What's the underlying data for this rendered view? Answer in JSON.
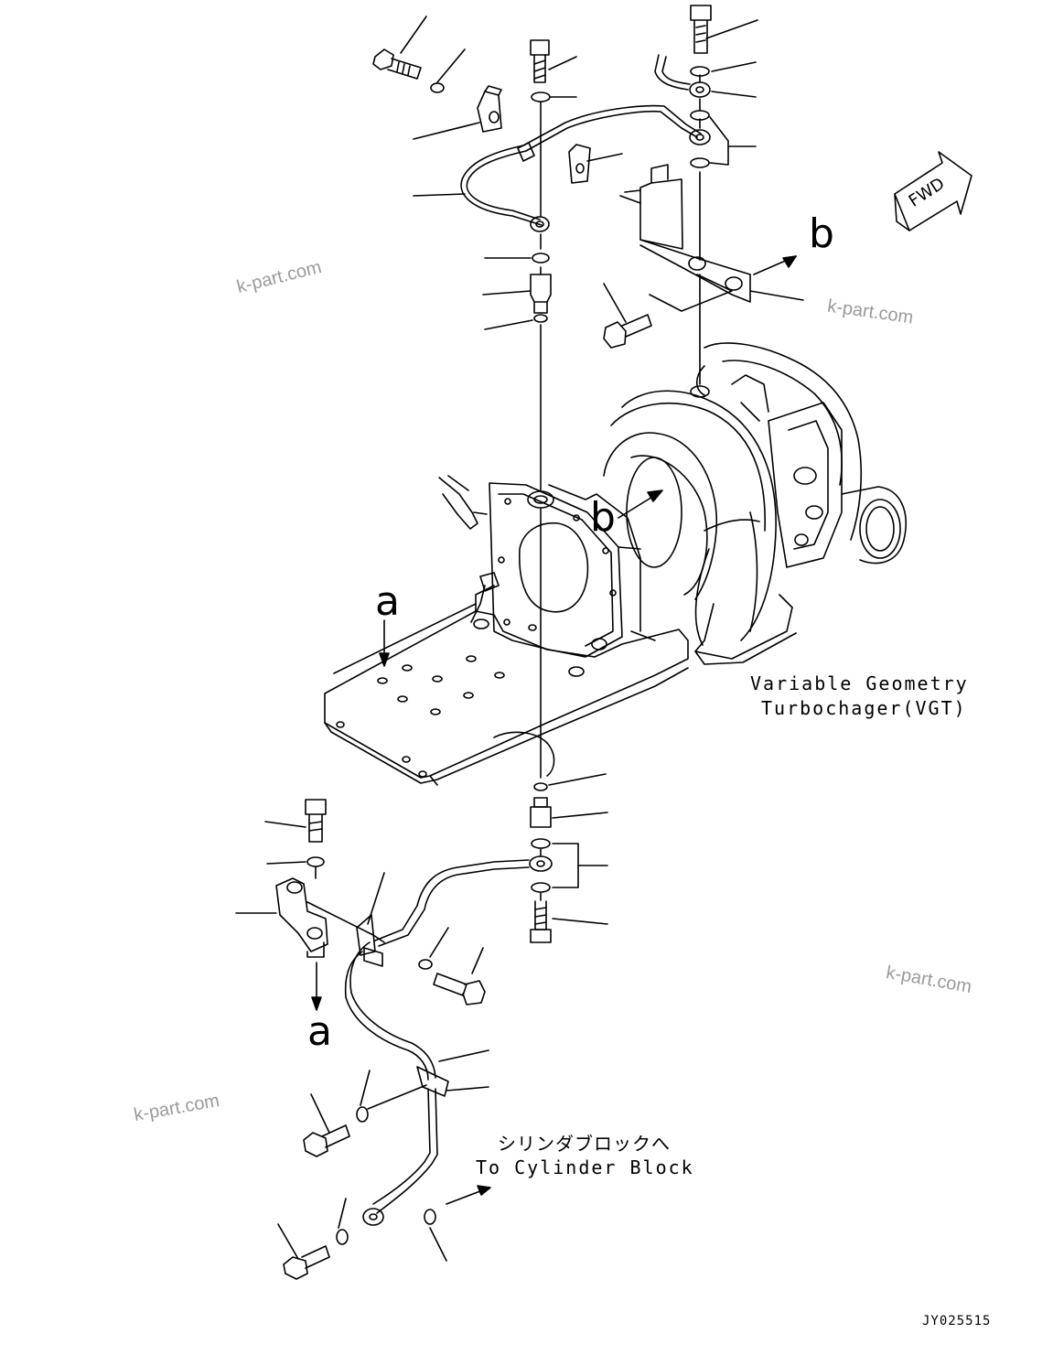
{
  "annotations": {
    "vgt_line1": "Variable Geometry",
    "vgt_line2": "Turbochager(VGT)",
    "to_block_jp": "シリンダブロックへ",
    "to_block_en": "To Cylinder Block",
    "fwd": "FWD",
    "mark_a_top": "a",
    "mark_a_bottom": "a",
    "mark_b_right": "b",
    "mark_b_center": "b"
  },
  "watermarks": [
    "k-part.com",
    "k-part.com",
    "k-part.com",
    "k-part.com"
  ],
  "drawing_code": "JY025515",
  "colors": {
    "line": "#000000",
    "watermark": "#9a9a9a",
    "background": "#ffffff"
  }
}
